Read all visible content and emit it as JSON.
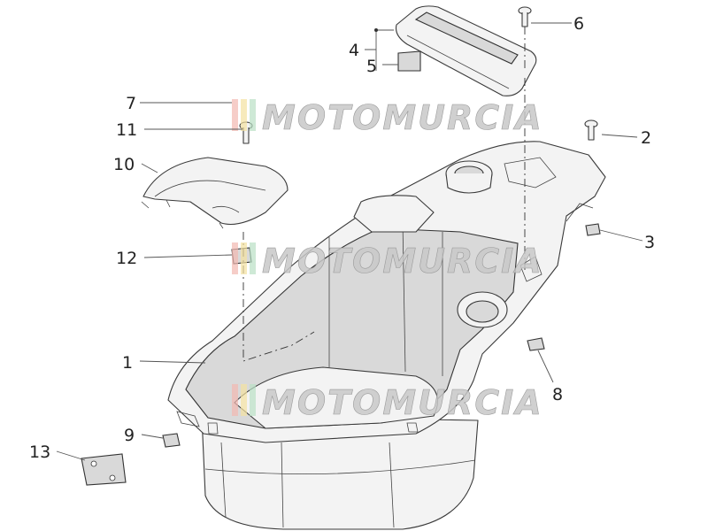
{
  "watermark": {
    "text": "MOTOMURCIA"
  },
  "callouts": [
    {
      "id": "1",
      "label": "1"
    },
    {
      "id": "2",
      "label": "2"
    },
    {
      "id": "3",
      "label": "3"
    },
    {
      "id": "4",
      "label": "4"
    },
    {
      "id": "5",
      "label": "5"
    },
    {
      "id": "6",
      "label": "6"
    },
    {
      "id": "7",
      "label": "7"
    },
    {
      "id": "8",
      "label": "8"
    },
    {
      "id": "9",
      "label": "9"
    },
    {
      "id": "10",
      "label": "10"
    },
    {
      "id": "11",
      "label": "11"
    },
    {
      "id": "12",
      "label": "12"
    },
    {
      "id": "13",
      "label": "13"
    }
  ],
  "colors": {
    "line": "#3a3a3a",
    "watermark": "#c8c8c8",
    "watermark_stripe_1": "#f2b8b0",
    "watermark_stripe_2": "#f4e1a0",
    "watermark_stripe_3": "#b9e0c4"
  }
}
